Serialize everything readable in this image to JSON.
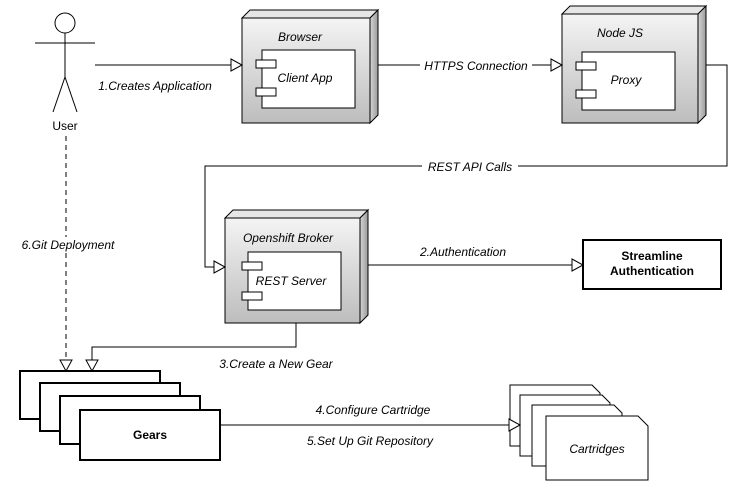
{
  "actor": {
    "label": "User"
  },
  "nodes": {
    "browser": {
      "title": "Browser",
      "component": "Client App"
    },
    "nodejs": {
      "title": "Node JS",
      "component": "Proxy"
    },
    "broker": {
      "title": "Openshift Broker",
      "component": "REST Server"
    }
  },
  "boxes": {
    "streamline": {
      "line1": "Streamline",
      "line2": "Authentication"
    },
    "gears": {
      "label": "Gears"
    },
    "cartridges": {
      "label": "Cartridges"
    }
  },
  "edges": {
    "creates_app": "1.Creates Application",
    "https": "HTTPS Connection",
    "rest_api": "REST API Calls",
    "authentication": "2.Authentication",
    "create_gear": "3.Create a New Gear",
    "configure_cartridge": "4.Configure Cartridge",
    "setup_git": "5.Set Up Git Repository",
    "git_deployment": "6.Git Deployment"
  },
  "colors": {
    "node_fill_light": "#f2f2f2",
    "node_fill_dark": "#bdbdbd",
    "stroke": "#000000"
  }
}
